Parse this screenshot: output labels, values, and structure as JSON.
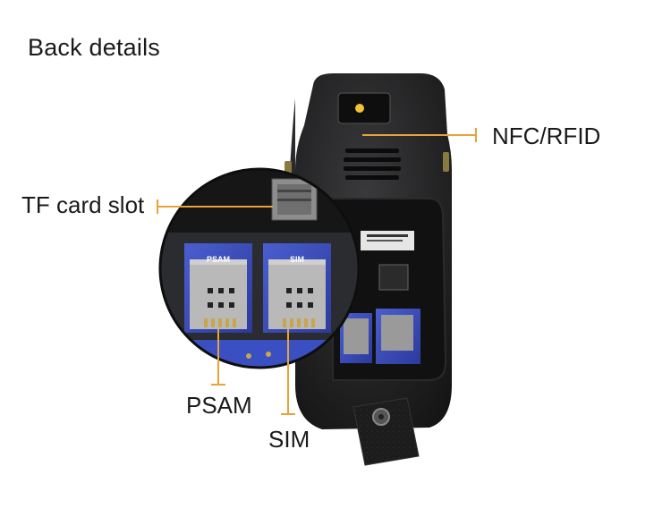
{
  "heading": "Back details",
  "callouts": {
    "nfc": "NFC/RFID",
    "tf_card": "TF card slot",
    "psam": "PSAM",
    "sim": "SIM"
  },
  "slot_labels": {
    "psam": "PSAM",
    "sim": "SIM"
  },
  "colors": {
    "leader_line": "#e8a23a",
    "device_body": "#1d1d1f",
    "pcb_blue": "#3a4fc2",
    "gold_contact": "#c9a64a",
    "metal": "#b9b9b9"
  }
}
